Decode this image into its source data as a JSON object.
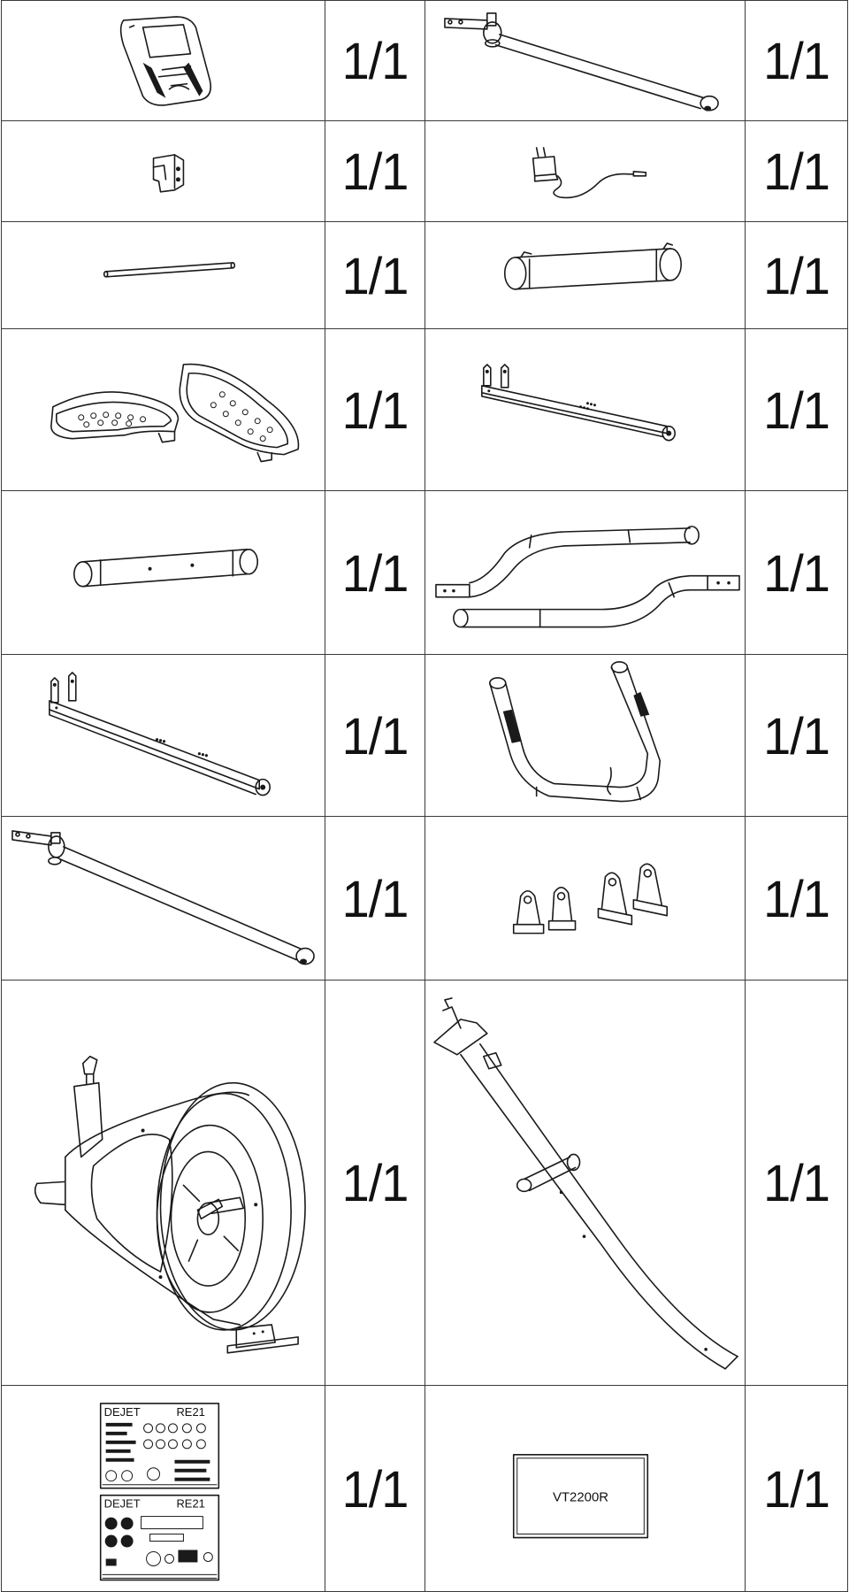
{
  "parts_table": {
    "rows": [
      {
        "left": {
          "part": "console-computer",
          "qty": "1/1"
        },
        "right": {
          "part": "pedal-arm-long",
          "qty": "1/1"
        }
      },
      {
        "left": {
          "part": "small-bracket",
          "qty": "1/1"
        },
        "right": {
          "part": "power-adapter",
          "qty": "1/1"
        }
      },
      {
        "left": {
          "part": "axle-rod",
          "qty": "1/1"
        },
        "right": {
          "part": "stabilizer-tube-short",
          "qty": "1/1"
        }
      },
      {
        "left": {
          "part": "pedals-pair",
          "qty": "1/1"
        },
        "right": {
          "part": "pedal-rail-right",
          "qty": "1/1"
        }
      },
      {
        "left": {
          "part": "front-stabilizer-tube",
          "qty": "1/1"
        },
        "right": {
          "part": "moving-handlebars",
          "qty": "1/1"
        }
      },
      {
        "left": {
          "part": "pedal-rail-left",
          "qty": "1/1"
        },
        "right": {
          "part": "fixed-handlebar",
          "qty": "1/1"
        }
      },
      {
        "left": {
          "part": "pedal-arm-long",
          "qty": "1/1"
        },
        "right": {
          "part": "support-brackets",
          "qty": "1/1"
        }
      },
      {
        "left": {
          "part": "main-frame",
          "qty": "1/1"
        },
        "right": {
          "part": "console-mast",
          "qty": "1/1"
        }
      },
      {
        "left": {
          "part": "hardware-cards",
          "qty": "1/1",
          "card_top_brand": "DEJET",
          "card_top_model": "RE21",
          "card_bottom_brand": "DEJET",
          "card_bottom_model": "RE21"
        },
        "right": {
          "part": "manual-label",
          "qty": "1/1",
          "label_text": "VT2200R"
        }
      }
    ]
  }
}
